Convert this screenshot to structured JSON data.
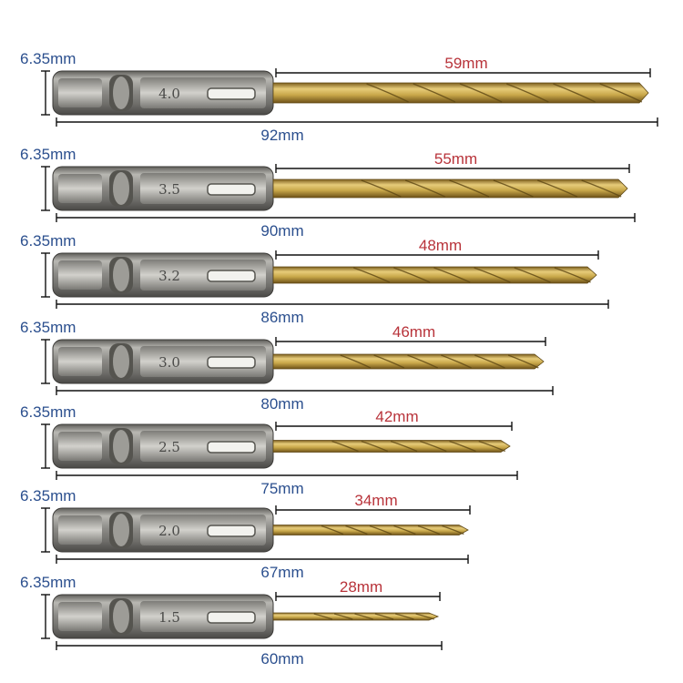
{
  "bits": [
    {
      "size": "4.0",
      "shank": "6.35mm",
      "flute": "59mm",
      "total": "92mm"
    },
    {
      "size": "3.5",
      "shank": "6.35mm",
      "flute": "55mm",
      "total": "90mm"
    },
    {
      "size": "3.2",
      "shank": "6.35mm",
      "flute": "48mm",
      "total": "86mm"
    },
    {
      "size": "3.0",
      "shank": "6.35mm",
      "flute": "46mm",
      "total": "80mm"
    },
    {
      "size": "2.5",
      "shank": "6.35mm",
      "flute": "42mm",
      "total": "75mm"
    },
    {
      "size": "2.0",
      "shank": "6.35mm",
      "flute": "34mm",
      "total": "67mm"
    },
    {
      "size": "1.5",
      "shank": "6.35mm",
      "flute": "28mm",
      "total": "60mm"
    }
  ],
  "colors": {
    "shank_label": "#2b4f8e",
    "flute_label": "#b8333a",
    "total_label": "#2b4f8e",
    "steel": "#8e8d89",
    "titanium": "#c9a84a"
  }
}
